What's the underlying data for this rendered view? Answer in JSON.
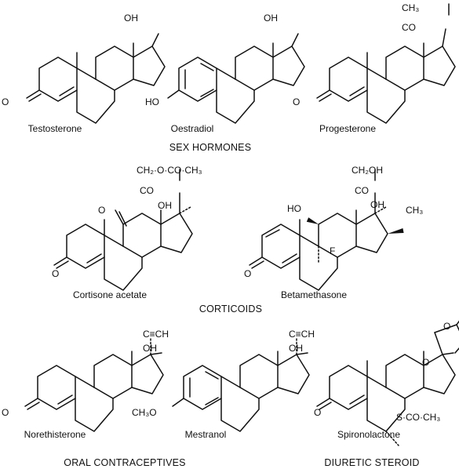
{
  "compounds": {
    "testosterone": {
      "name": "Testosterone",
      "groups": [
        "OH",
        "O"
      ]
    },
    "oestradiol": {
      "name": "Oestradiol",
      "groups": [
        "OH",
        "HO"
      ]
    },
    "progesterone": {
      "name": "Progesterone",
      "groups": [
        "CH₃",
        "CO",
        "O"
      ]
    },
    "cortisone_acetate": {
      "name": "Cortisone acetate",
      "groups": [
        "CH₂·O·CO·CH₃",
        "CO",
        "OH",
        "O",
        "O"
      ]
    },
    "betamethasone": {
      "name": "Betamethasone",
      "groups": [
        "CH₂OH",
        "CO",
        "OH",
        "HO",
        "CH₃",
        "F",
        "O"
      ]
    },
    "norethisterone": {
      "name": "Norethisterone",
      "groups": [
        "C≡CH",
        "OH",
        "O"
      ]
    },
    "mestranol": {
      "name": "Mestranol",
      "groups": [
        "C≡CH",
        "OH",
        "CH₃O"
      ]
    },
    "spironolactone": {
      "name": "Spironolactone",
      "groups": [
        "O",
        "O",
        "S·CO·CH₃",
        "O"
      ]
    }
  },
  "headers": {
    "sex_hormones": "SEX HORMONES",
    "corticoids": "CORTICOIDS",
    "oral_contraceptives": "ORAL CONTRACEPTIVES",
    "diuretic_steroid": "DIURETIC STEROID"
  }
}
